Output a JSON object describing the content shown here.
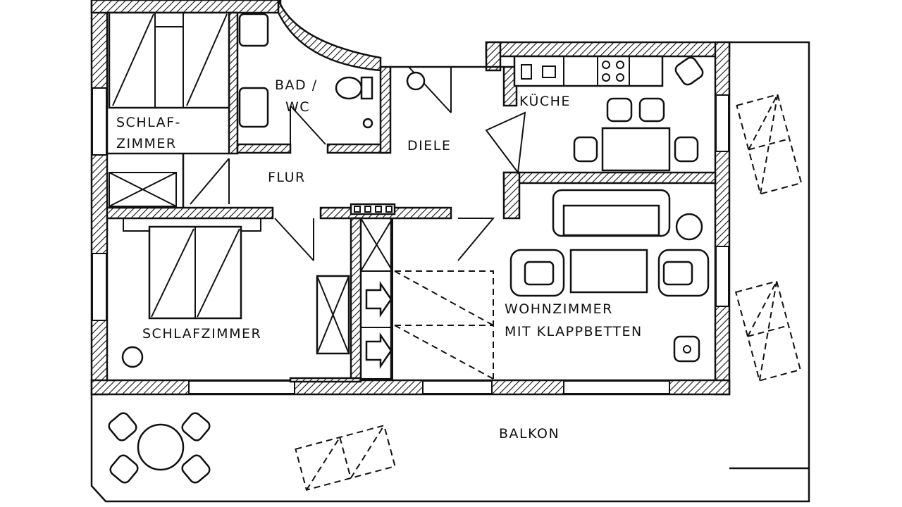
{
  "plan": {
    "rooms": {
      "schlafzimmer_1_line1": "SCHLAF-",
      "schlafzimmer_1_line2": "ZIMMER",
      "bad_line1": "BAD /",
      "bad_line2": "WC",
      "kueche": "KÜCHE",
      "diele": "DIELE",
      "flur": "FLUR",
      "schlafzimmer_2": "SCHLAFZIMMER",
      "wohnzimmer_line1": "WOHNZIMMER",
      "wohnzimmer_line2": "MIT KLAPPBETTEN",
      "balkon": "BALKON"
    }
  }
}
